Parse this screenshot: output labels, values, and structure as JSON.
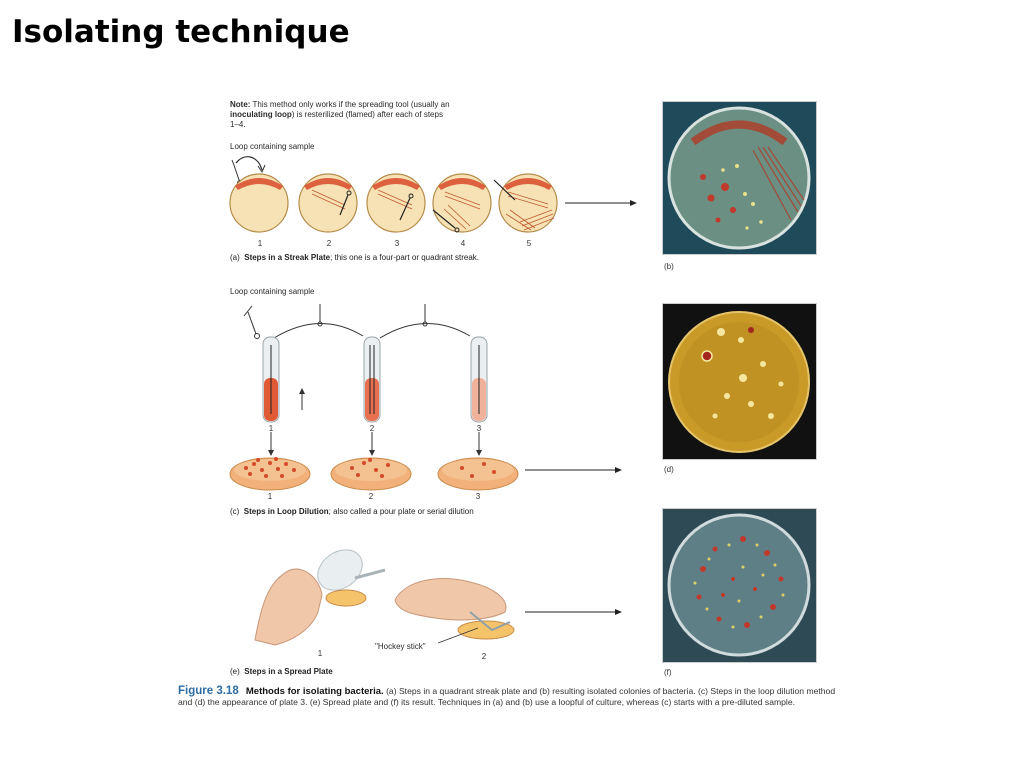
{
  "slide": {
    "title": "Isolating technique"
  },
  "panel_a": {
    "note_label": "Note:",
    "note_text_1": " This method only works if the spreading tool (usually an ",
    "note_bold": "inoculating loop",
    "note_text_2": ") is resterilized (flamed) after each of steps 1–4.",
    "loop_label": "Loop containing sample",
    "steps": [
      "1",
      "2",
      "3",
      "4",
      "5"
    ],
    "caption_letter": "(a)",
    "caption_bold": "Steps in a Streak Plate",
    "caption_rest": "; this one is a four-part or quadrant streak."
  },
  "panel_b": {
    "label": "(b)"
  },
  "panel_c": {
    "loop_label": "Loop containing sample",
    "tube_steps": [
      "1",
      "2",
      "3"
    ],
    "plate_steps": [
      "1",
      "2",
      "3"
    ],
    "caption_letter": "(c)",
    "caption_bold": "Steps in Loop Dilution",
    "caption_rest": "; also called a pour plate or serial dilution"
  },
  "panel_d": {
    "label": "(d)"
  },
  "panel_e": {
    "tool_label": "\"Hockey stick\"",
    "steps": [
      "1",
      "2"
    ],
    "caption_letter": "(e)",
    "caption_bold": "Steps in a Spread Plate"
  },
  "panel_f": {
    "label": "(f)"
  },
  "figure": {
    "number": "Figure 3.18",
    "title": "Methods for isolating bacteria.",
    "text": "(a) Steps in a quadrant streak plate and (b) resulting isolated colonies of bacteria. (c) Steps in the loop dilution method and (d) the appearance of plate 3. (e) Spread plate and (f) its result. Techniques in (a) and (b) use a loopful of culture, whereas (c) starts with a pre-diluted sample."
  },
  "colors": {
    "agar": "#f6e2b4",
    "culture": "#d84a2a",
    "plate_b_bg": "#6b8f83",
    "plate_d_bg": "#c99a28",
    "plate_f_bg": "#5f7f86",
    "caption_blue": "#2e6ca4"
  }
}
